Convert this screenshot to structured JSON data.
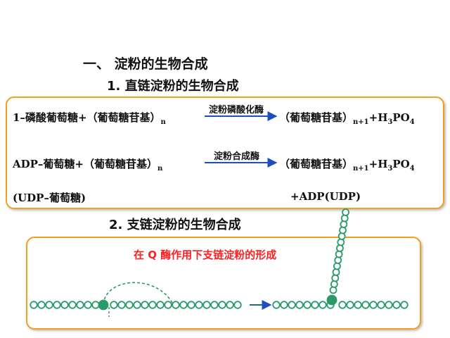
{
  "headings": {
    "main": "一、 淀粉的生物合成",
    "linear": "1. 直链淀粉的生物合成",
    "branch": "2. 支链淀粉的生物合成"
  },
  "reaction1": {
    "left": "1–磷酸葡萄糖+（葡萄糖苷基）",
    "left_sub": "n",
    "enzyme": "淀粉磷酸化酶",
    "right": "（葡萄糖苷基）",
    "right_sub": "n+1",
    "product_prefix": "+H",
    "product_sub1": "3",
    "product_mid": "PO",
    "product_sub2": "4"
  },
  "reaction2": {
    "left": "ADP–葡萄糖+（葡萄糖苷基）",
    "left_sub": "n",
    "enzyme": "淀粉合成酶",
    "right": "（葡萄糖苷基）",
    "right_sub": "n+1",
    "product_prefix": "+H",
    "product_sub1": "3",
    "product_mid": "PO",
    "product_sub2": "4"
  },
  "reaction2_alt": {
    "left": "(UDP–葡萄糖)",
    "right": "+ADP(UDP)"
  },
  "branch_panel": {
    "title": "在 Q 酶作用下支链淀粉的形成"
  },
  "colors": {
    "box_border": "#f0a020",
    "bead": "#2a9a6a",
    "arrow": "#1f4fbf",
    "title_red": "#ff2020"
  }
}
